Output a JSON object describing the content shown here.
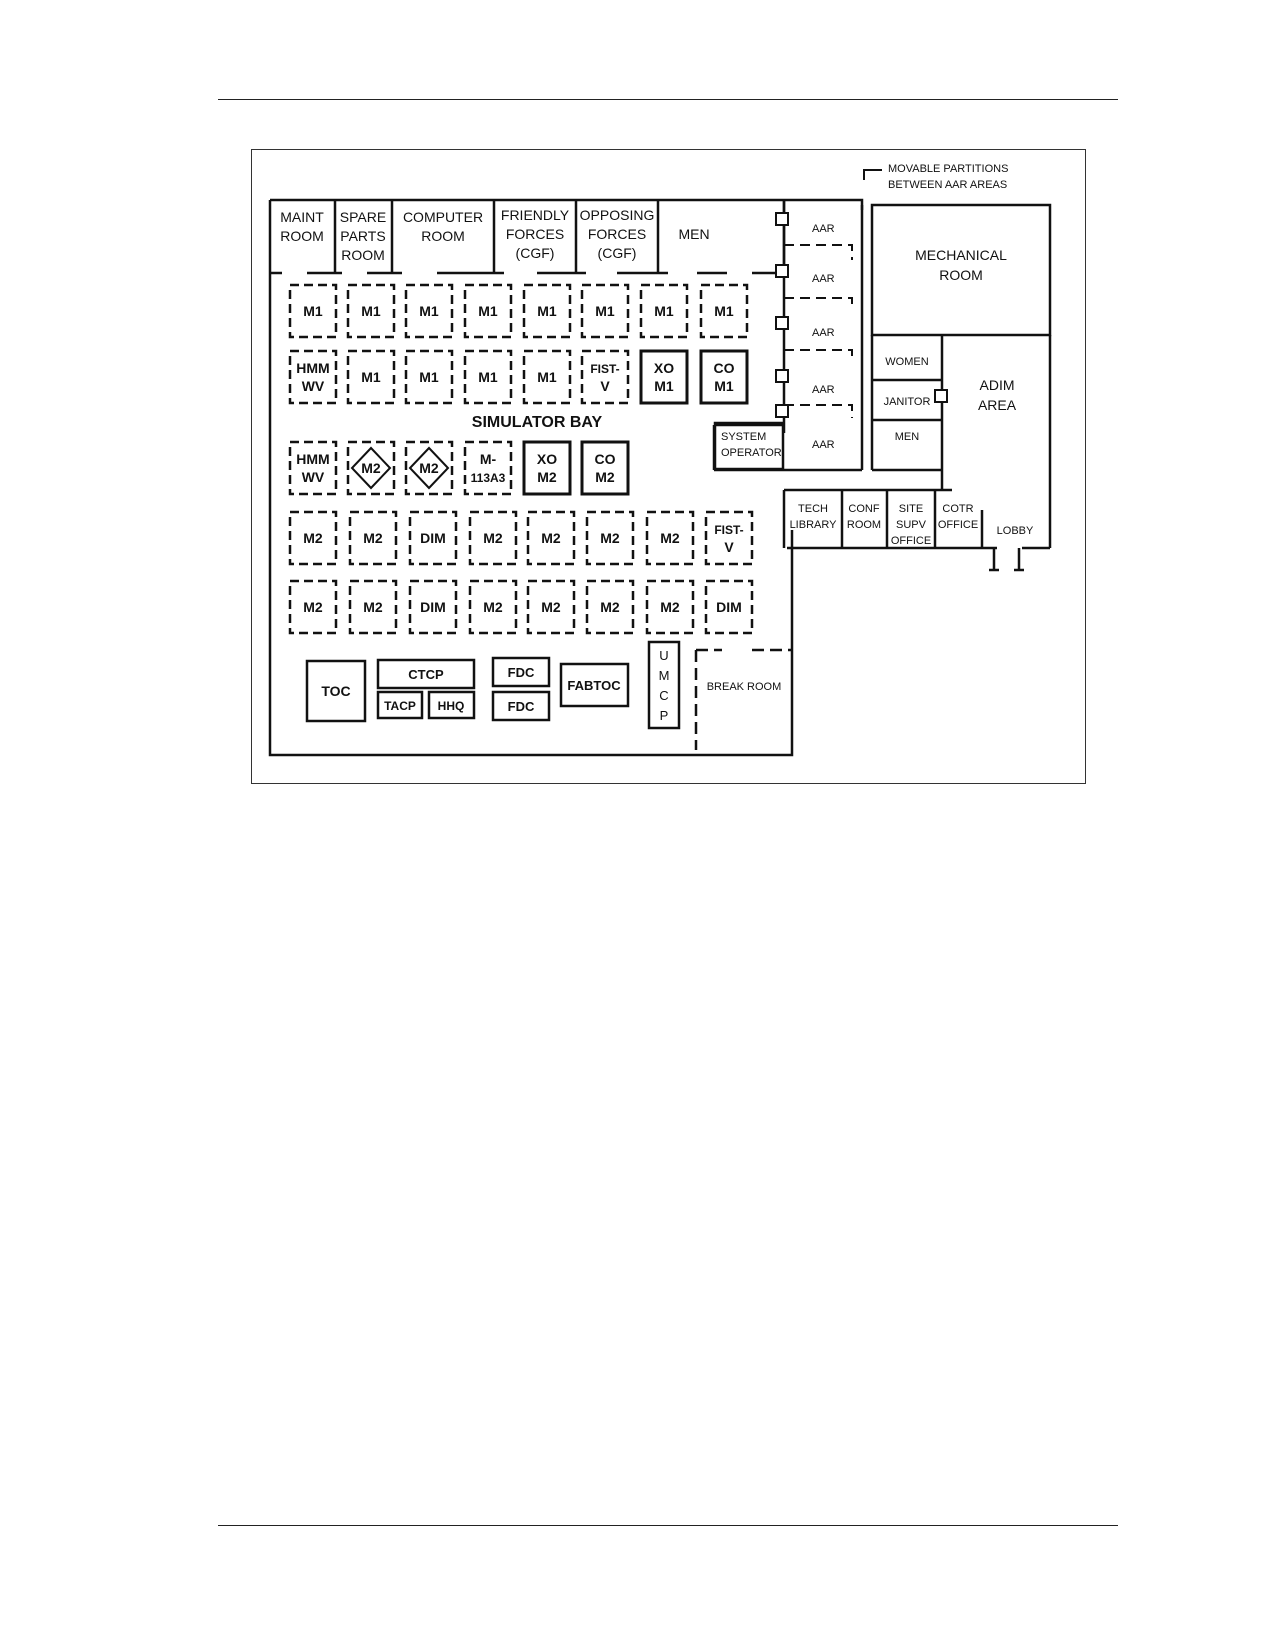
{
  "diagram": {
    "callout": {
      "line1": "MOVABLE PARTITIONS",
      "line2": "BETWEEN AAR AREAS"
    },
    "top_rooms": [
      {
        "id": "maint",
        "lines": [
          "MAINT",
          "ROOM"
        ]
      },
      {
        "id": "spare",
        "lines": [
          "SPARE",
          "PARTS",
          "ROOM"
        ]
      },
      {
        "id": "computer",
        "lines": [
          "COMPUTER",
          "ROOM"
        ]
      },
      {
        "id": "friendly",
        "lines": [
          "FRIENDLY",
          "FORCES",
          "(CGF)"
        ]
      },
      {
        "id": "opposing",
        "lines": [
          "OPPOSING",
          "FORCES",
          "(CGF)"
        ]
      },
      {
        "id": "men",
        "lines": [
          "MEN"
        ]
      }
    ],
    "bay_label": "SIMULATOR BAY",
    "sim_rows": [
      [
        {
          "lines": [
            "M1"
          ],
          "s": "d"
        },
        {
          "lines": [
            "M1"
          ],
          "s": "d"
        },
        {
          "lines": [
            "M1"
          ],
          "s": "d"
        },
        {
          "lines": [
            "M1"
          ],
          "s": "d"
        },
        {
          "lines": [
            "M1"
          ],
          "s": "d"
        },
        {
          "lines": [
            "M1"
          ],
          "s": "d"
        },
        {
          "lines": [
            "M1"
          ],
          "s": "d"
        },
        {
          "lines": [
            "M1"
          ],
          "s": "d"
        }
      ],
      [
        {
          "lines": [
            "HMM",
            "WV"
          ],
          "s": "d"
        },
        {
          "lines": [
            "M1"
          ],
          "s": "d"
        },
        {
          "lines": [
            "M1"
          ],
          "s": "d"
        },
        {
          "lines": [
            "M1"
          ],
          "s": "d"
        },
        {
          "lines": [
            "M1"
          ],
          "s": "d"
        },
        {
          "lines": [
            "FIST-",
            "V"
          ],
          "s": "d"
        },
        {
          "lines": [
            "XO",
            "M1"
          ],
          "s": "s"
        },
        {
          "lines": [
            "CO",
            "M1"
          ],
          "s": "s"
        }
      ],
      [
        {
          "lines": [
            "HMM",
            "WV"
          ],
          "s": "d"
        },
        {
          "lines": [
            "M2"
          ],
          "s": "dd"
        },
        {
          "lines": [
            "M2"
          ],
          "s": "dd"
        },
        {
          "lines": [
            "M-",
            "113A3"
          ],
          "s": "d"
        },
        {
          "lines": [
            "XO",
            "M2"
          ],
          "s": "s"
        },
        {
          "lines": [
            "CO",
            "M2"
          ],
          "s": "s"
        }
      ],
      [
        {
          "lines": [
            "M2"
          ],
          "s": "d"
        },
        {
          "lines": [
            "M2"
          ],
          "s": "d"
        },
        {
          "lines": [
            "DIM"
          ],
          "s": "d"
        },
        {
          "lines": [
            "M2"
          ],
          "s": "d"
        },
        {
          "lines": [
            "M2"
          ],
          "s": "d"
        },
        {
          "lines": [
            "M2"
          ],
          "s": "d"
        },
        {
          "lines": [
            "M2"
          ],
          "s": "d"
        },
        {
          "lines": [
            "FIST-",
            "V"
          ],
          "s": "d"
        }
      ],
      [
        {
          "lines": [
            "M2"
          ],
          "s": "d"
        },
        {
          "lines": [
            "M2"
          ],
          "s": "d"
        },
        {
          "lines": [
            "DIM"
          ],
          "s": "d"
        },
        {
          "lines": [
            "M2"
          ],
          "s": "d"
        },
        {
          "lines": [
            "M2"
          ],
          "s": "d"
        },
        {
          "lines": [
            "M2"
          ],
          "s": "d"
        },
        {
          "lines": [
            "M2"
          ],
          "s": "d"
        },
        {
          "lines": [
            "DIM"
          ],
          "s": "d"
        }
      ]
    ],
    "bottom_units": [
      "TOC",
      "CTCP",
      "TACP",
      "HHQ",
      "FDC",
      "FDC",
      "FABTOC",
      "U",
      "M",
      "C",
      "P",
      "BREAK ROOM"
    ],
    "aar_rooms": [
      "AAR",
      "AAR",
      "AAR",
      "AAR",
      "AAR"
    ],
    "system_operator": [
      "SYSTEM",
      "OPERATOR"
    ],
    "mechanical": [
      "MECHANICAL",
      "ROOM"
    ],
    "women": "WOMEN",
    "janitor": "JANITOR",
    "men2": "MEN",
    "adim": [
      "ADIM",
      "AREA"
    ],
    "offices": [
      {
        "id": "tech",
        "lines": [
          "TECH",
          "LIBRARY"
        ]
      },
      {
        "id": "conf",
        "lines": [
          "CONF",
          "ROOM"
        ]
      },
      {
        "id": "site",
        "lines": [
          "SITE",
          "SUPV",
          "OFFICE"
        ]
      },
      {
        "id": "cotr",
        "lines": [
          "COTR",
          "OFFICE"
        ]
      },
      {
        "id": "lobby",
        "lines": [
          "LOBBY"
        ]
      }
    ]
  }
}
